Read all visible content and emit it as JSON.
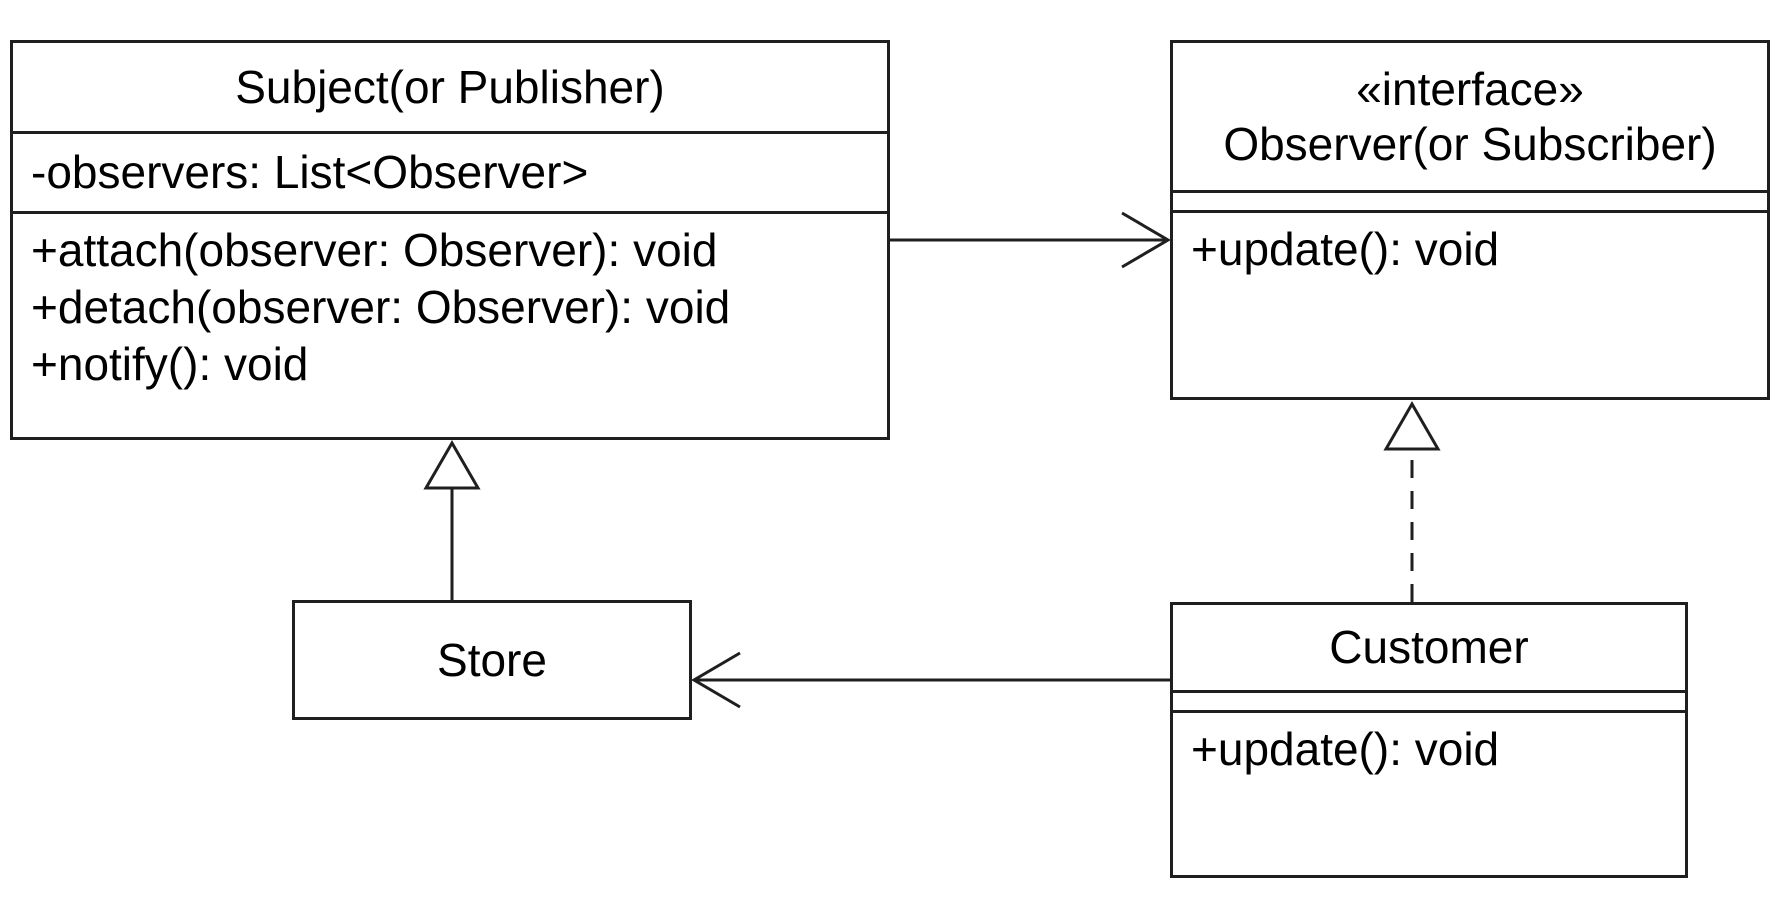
{
  "diagram": {
    "type": "uml-class-diagram",
    "pattern_name": "Observer (Publisher-Subscriber) pattern",
    "colors": {
      "background": "#ffffff",
      "box_fill": "#ffffff",
      "stroke": "#1f1f1f",
      "text": "#000000"
    },
    "classes": {
      "subject": {
        "name": "Subject(or Publisher)",
        "attributes": [
          "-observers: List<Observer>"
        ],
        "methods": [
          "+attach(observer: Observer): void",
          "+detach(observer: Observer): void",
          "+notify(): void"
        ]
      },
      "observer": {
        "stereotype": "«interface»",
        "name": "Observer(or Subscriber)",
        "attributes": [],
        "methods": [
          "+update(): void"
        ]
      },
      "store": {
        "name": "Store",
        "attributes": [],
        "methods": []
      },
      "customer": {
        "name": "Customer",
        "attributes": [],
        "methods": [
          "+update(): void"
        ]
      }
    },
    "relationships": [
      {
        "from": "Subject(or Publisher)",
        "to": "Observer(or Subscriber)",
        "type": "directed-association",
        "line_style": "solid",
        "arrowhead": "open-arrow"
      },
      {
        "from": "Store",
        "to": "Subject(or Publisher)",
        "type": "generalization",
        "line_style": "solid",
        "arrowhead": "hollow-triangle"
      },
      {
        "from": "Customer",
        "to": "Observer(or Subscriber)",
        "type": "realization",
        "line_style": "dashed",
        "arrowhead": "hollow-triangle"
      },
      {
        "from": "Customer",
        "to": "Store",
        "type": "directed-association",
        "line_style": "solid",
        "arrowhead": "open-arrow"
      }
    ]
  }
}
